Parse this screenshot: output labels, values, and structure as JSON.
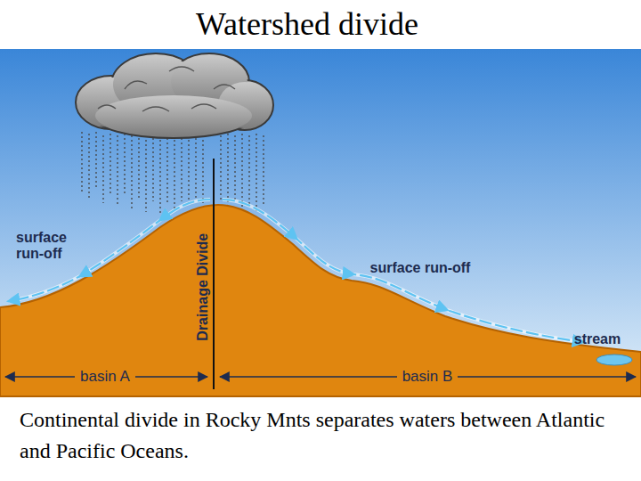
{
  "diagram": {
    "title": "Watershed divide",
    "caption": "Continental divide in Rocky Mnts separates waters between Atlantic and Pacific Oceans.",
    "labels": [
      "surface run-off",
      "Drainage Divide",
      "surface run-off",
      "stream",
      "basin A",
      "basin B"
    ]
  }
}
